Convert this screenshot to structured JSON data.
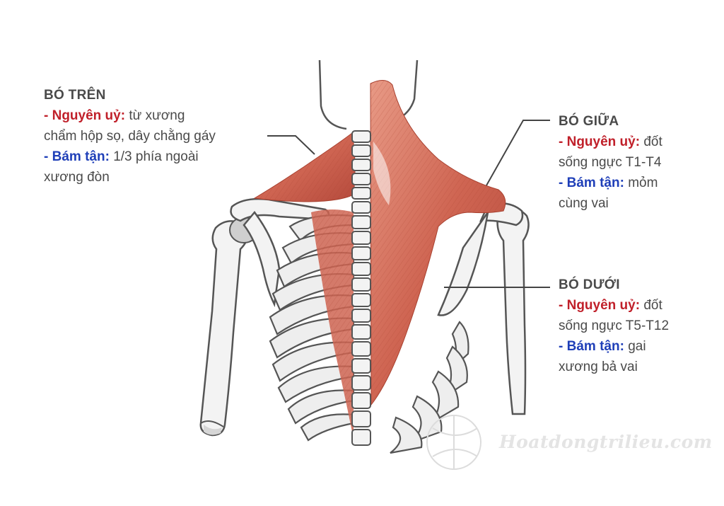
{
  "labels": {
    "upper": {
      "title": "BÓ TRÊN",
      "origin_key": "- Nguyên uỷ:",
      "origin_text_1": "từ xương",
      "origin_text_2": "chẩm hộp sọ, dây chằng gáy",
      "insertion_key": "- Bám tận:",
      "insertion_text_1": "1/3 phía ngoài",
      "insertion_text_2": "xương đòn"
    },
    "middle": {
      "title": "BÓ GIỮA",
      "origin_key": "- Nguyên uỷ:",
      "origin_text_1": "đốt",
      "origin_text_2": "sống ngực T1-T4",
      "insertion_key": "- Bám tận:",
      "insertion_text_1": "mỏm",
      "insertion_text_2": "cùng vai"
    },
    "lower": {
      "title": "BÓ DƯỚI",
      "origin_key": "- Nguyên uỷ:",
      "origin_text_1": "đốt",
      "origin_text_2": "sống ngực T5-T12",
      "insertion_key": "- Bám tận:",
      "insertion_text_1": "gai",
      "insertion_text_2": "xương bả vai"
    }
  },
  "watermark": "Hoatdongtrilieu.com",
  "colors": {
    "muscle": "#c8584a",
    "muscle_light": "#e58f7c",
    "bone_fill": "#f3f3f3",
    "bone_outline": "#555555",
    "origin_key": "#c0202a",
    "insertion_key": "#1f3fb8"
  }
}
